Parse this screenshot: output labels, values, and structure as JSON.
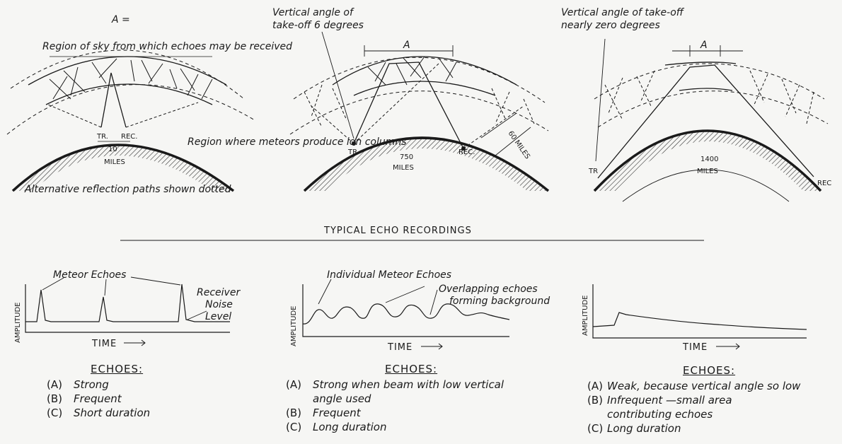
{
  "diagrams": {
    "left": {
      "title_a": "A =",
      "region_label": "Region of sky from which echoes may be received",
      "tr": "TR.",
      "rec": "REC.",
      "distance_value": "10",
      "distance_unit": "MILES",
      "meteor_region": "Region where meteors produce ion columns",
      "alt_paths": "Alternative reflection paths shown dotted"
    },
    "middle": {
      "angle_label": "Vertical angle of take-off 6 degrees",
      "a": "A",
      "tr": "TR",
      "rec": "REC.",
      "distance_value": "750",
      "distance_unit": "MILES",
      "height": "60 MILES"
    },
    "right": {
      "angle_label": "Vertical angle of take-off nearly zero degrees",
      "a": "A",
      "tr": "TR",
      "rec": "REC",
      "distance_value": "1400",
      "distance_unit": "MILES"
    }
  },
  "section_title": "TYPICAL ECHO RECORDINGS",
  "recordings": {
    "left": {
      "annotation": "Meteor Echoes",
      "noise": "Receiver Noise Level",
      "ylabel": "AMPLITUDE",
      "xlabel": "TIME"
    },
    "middle": {
      "annotation": "Individual Meteor Echoes",
      "annotation2": "Overlapping echoes forming background",
      "ylabel": "AMPLITUDE",
      "xlabel": "TIME"
    },
    "right": {
      "ylabel": "AMPLITUDE",
      "xlabel": "TIME"
    }
  },
  "echoes": [
    {
      "heading": "ECHOES:",
      "items": [
        {
          "key": "(A)",
          "text": "Strong"
        },
        {
          "key": "(B)",
          "text": "Frequent"
        },
        {
          "key": "(C)",
          "text": "Short duration"
        }
      ]
    },
    {
      "heading": "ECHOES:",
      "items": [
        {
          "key": "(A)",
          "text": "Strong when beam with low vertical\nangle used"
        },
        {
          "key": "(B)",
          "text": "Frequent"
        },
        {
          "key": "(C)",
          "text": "Long duration"
        }
      ]
    },
    {
      "heading": "ECHOES:",
      "items": [
        {
          "key": "(A)",
          "text": "Weak, because vertical angle so low"
        },
        {
          "key": "(B)",
          "text": "Infrequent —small area\ncontributing echoes"
        },
        {
          "key": "(C)",
          "text": "Long duration"
        }
      ]
    }
  ]
}
